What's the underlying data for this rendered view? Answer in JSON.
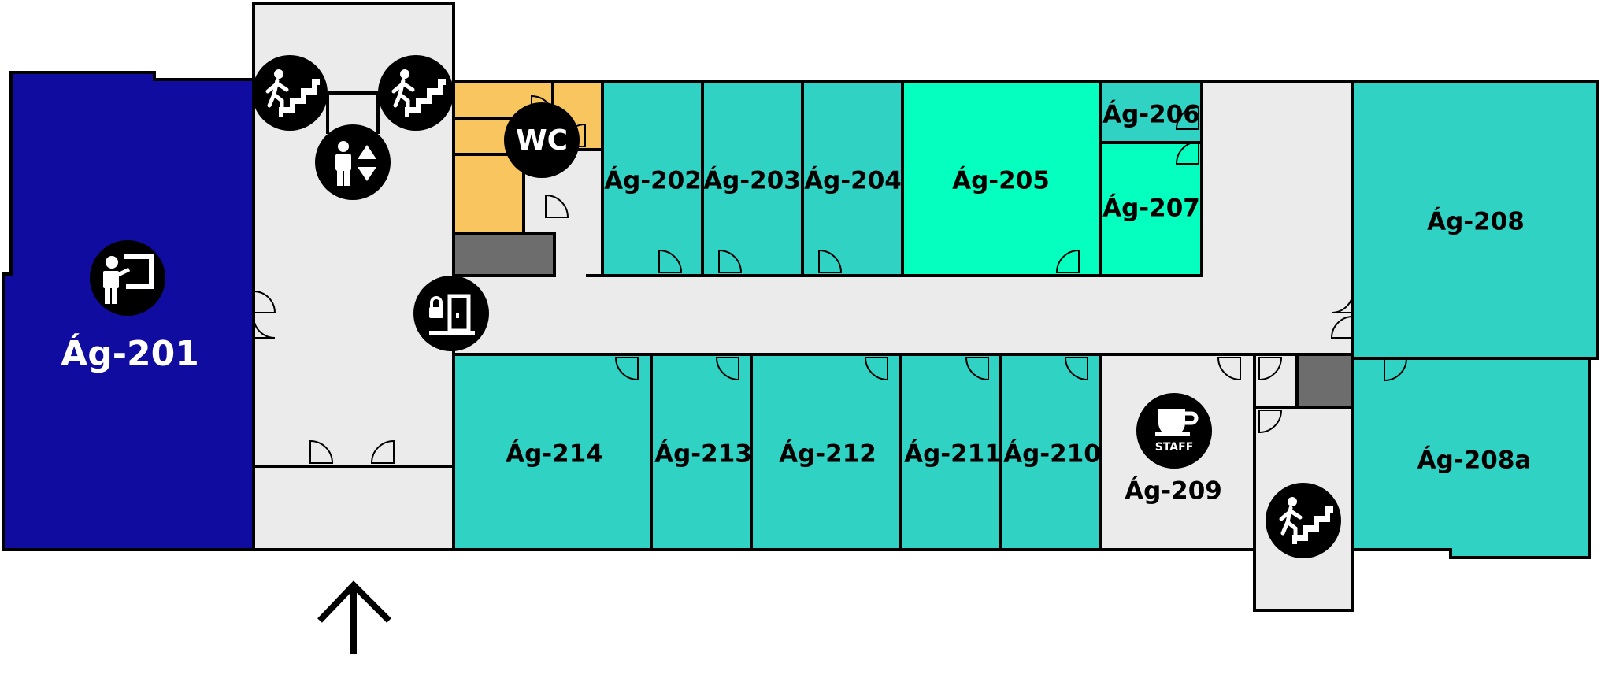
{
  "colors": {
    "selected_room": "#100CA0",
    "room": "#30D2C3",
    "room_highlight": "#05FFBF",
    "corridor": "#EBEBEB",
    "restroom": "#F8C55E",
    "service": "#6D6D6D",
    "wall": "#000000",
    "background": "#FFFFFF"
  },
  "rooms": {
    "r201": "Ág-201",
    "r202": "Ág-202",
    "r203": "Ág-203",
    "r204": "Ág-204",
    "r205": "Ág-205",
    "r206": "Ág-206",
    "r207": "Ág-207",
    "r208": "Ág-208",
    "r208a": "Ág-208a",
    "r209": "Ág-209",
    "r210": "Ág-210",
    "r211": "Ág-211",
    "r212": "Ág-212",
    "r213": "Ág-213",
    "r214": "Ág-214"
  },
  "icons": {
    "wc": "WC",
    "staff": "STAFF",
    "stairs": "stairs-icon",
    "elevator": "elevator-icon",
    "locker": "locker-icon",
    "classroom": "classroom-icon",
    "coffee": "coffee-icon",
    "entrance": "entrance-arrow-icon"
  }
}
